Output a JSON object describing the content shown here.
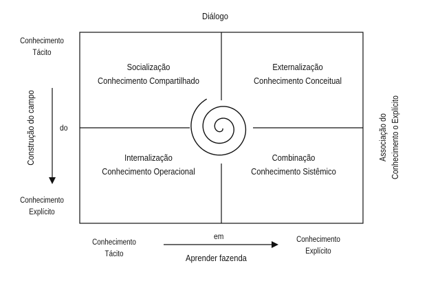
{
  "top_label": "Diálogo",
  "left_top": [
    "Conhecimento",
    "Tácito"
  ],
  "left_bottom": [
    "Conhecimento",
    "Explícito"
  ],
  "left_vertical": "Construção do campo",
  "left_mid": "do",
  "right_vertical": [
    "Associação do",
    "Conhecimento o Explícito"
  ],
  "bottom_left": [
    "Conhecimento",
    "Tácito"
  ],
  "bottom_right": [
    "Conhecimento",
    "Explícito"
  ],
  "bottom_em": "em",
  "bottom_label": "Aprender fazenda",
  "quadrants": {
    "top_left": {
      "title": "Socialização",
      "subtitle": "Conhecimento Compartilhado"
    },
    "top_right": {
      "title": "Externalização",
      "subtitle": "Conhecimento Conceitual"
    },
    "bottom_left": {
      "title": "Internalização",
      "subtitle": "Conhecimento Operacional"
    },
    "bottom_right": {
      "title": "Combinação",
      "subtitle": "Conhecimento Sistêmico"
    }
  },
  "icons": {
    "center": "spiral-icon",
    "left_arrow": "arrow-down-icon",
    "bottom_arrow": "arrow-right-icon"
  }
}
